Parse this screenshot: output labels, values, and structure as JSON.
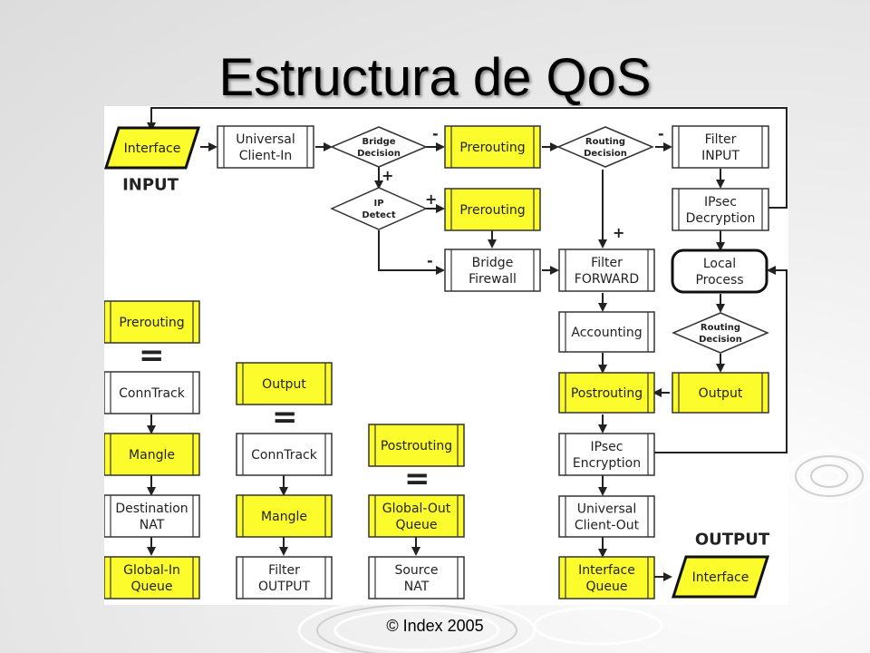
{
  "slide": {
    "title": "Estructura de QoS",
    "footer": "© Index 2005"
  },
  "diagram": {
    "input_label": "INPUT",
    "output_label": "OUTPUT",
    "interface_in": "Interface",
    "interface_out": "Interface",
    "universal_client_in": [
      "Universal",
      "Client-In"
    ],
    "bridge_decision": [
      "Bridge",
      "Decision"
    ],
    "ip_detect": [
      "IP",
      "Detect"
    ],
    "prerouting_top": "Prerouting",
    "prerouting_mid": "Prerouting",
    "routing_decision_top": [
      "Routing",
      "Decision"
    ],
    "routing_decision_mid": [
      "Routing",
      "Decision"
    ],
    "filter_input": [
      "Filter",
      "INPUT"
    ],
    "ipsec_decryption": [
      "IPsec",
      "Decryption"
    ],
    "local_process": [
      "Local",
      "Process"
    ],
    "bridge_firewall": [
      "Bridge",
      "Firewall"
    ],
    "filter_forward": [
      "Filter",
      "FORWARD"
    ],
    "accounting": "Accounting",
    "postrouting": "Postrouting",
    "output_box": "Output",
    "ipsec_encryption": [
      "IPsec",
      "Encryption"
    ],
    "universal_client_out": [
      "Universal",
      "Client-Out"
    ],
    "interface_queue": [
      "Interface",
      "Queue"
    ],
    "signs": {
      "minus": "-",
      "plus": "+",
      "equals": "="
    },
    "legend_prerouting": {
      "head": "Prerouting",
      "steps": [
        [
          "ConnTrack"
        ],
        [
          "Mangle"
        ],
        [
          "Destination",
          "NAT"
        ],
        [
          "Global-In",
          "Queue"
        ]
      ],
      "styles": [
        "white",
        "yellow",
        "white",
        "yellow"
      ]
    },
    "legend_output": {
      "head": "Output",
      "steps": [
        [
          "ConnTrack"
        ],
        [
          "Mangle"
        ],
        [
          "Filter",
          "OUTPUT"
        ]
      ],
      "styles": [
        "white",
        "yellow",
        "white"
      ]
    },
    "legend_postrouting": {
      "head": "Postrouting",
      "steps": [
        [
          "Global-Out",
          "Queue"
        ],
        [
          "Source",
          "NAT"
        ]
      ],
      "styles": [
        "yellow",
        "white"
      ]
    }
  },
  "colors": {
    "yellow": "#fcfc2c",
    "white": "#ffffff",
    "stroke": "#333333",
    "line": "#222222"
  }
}
